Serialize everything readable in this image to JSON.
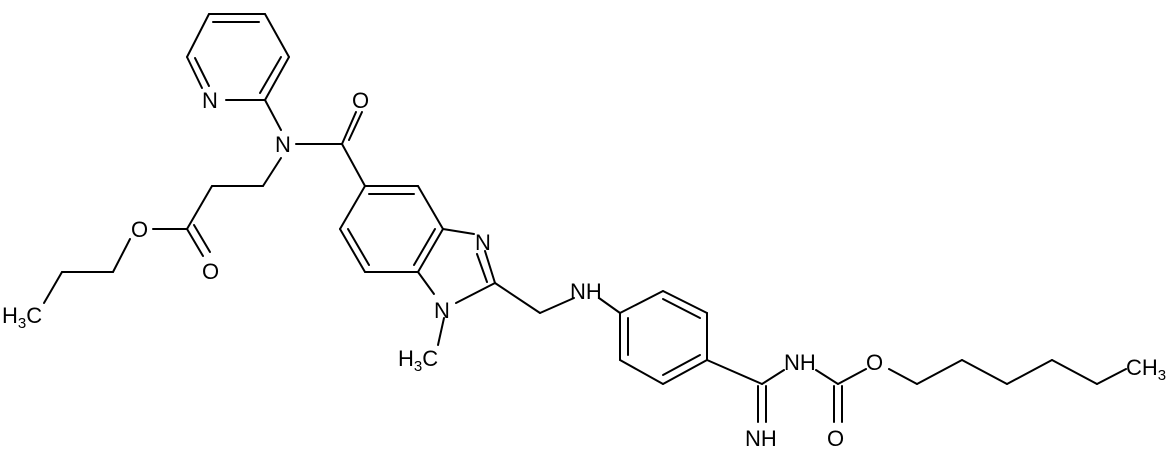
{
  "labels": {
    "n_pyridine": "N",
    "o_carbonyl_amide": "O",
    "n_amide": "N",
    "o_ester": "O",
    "o_ester_carbonyl": "O",
    "h3c_propyl": "H",
    "h3c_propyl_sub": "3",
    "h3c_propyl_c": "C",
    "n_imidazole": "N",
    "n_methyl": "N",
    "h3c_methyl": "H",
    "h3c_methyl_sub": "3",
    "h3c_methyl_c": "C",
    "nh_linker": "NH",
    "nh_carbamate": "NH",
    "o_carbamate": "O",
    "o_carbamate_carbonyl": "O",
    "imine": "NH",
    "ch3_hexyl": "CH",
    "ch3_hexyl_sub": "3"
  }
}
